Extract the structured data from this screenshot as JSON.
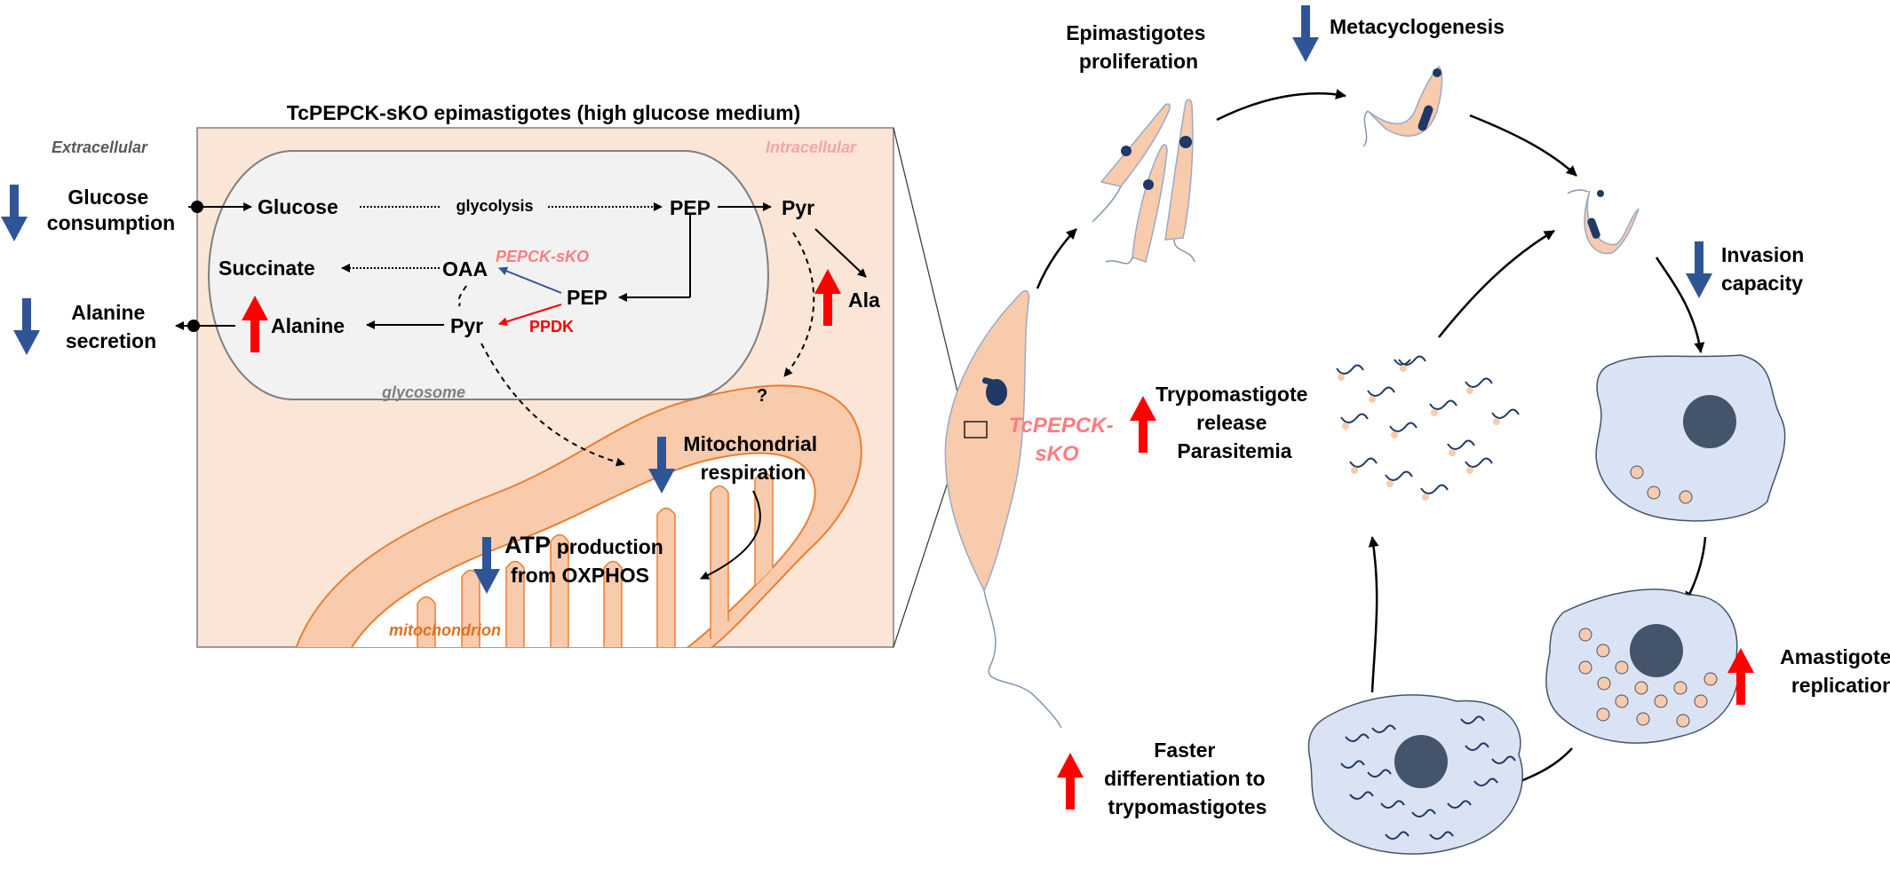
{
  "metabolism": {
    "title": "TcPEPCK-sKO epimastigotes (high glucose medium)",
    "extracellular": "Extracellular",
    "intracellular": "Intracellular",
    "glucose_consumption": [
      "Glucose",
      "consumption"
    ],
    "alanine_secretion": [
      "Alanine",
      "secretion"
    ],
    "glucose": "Glucose",
    "glycolysis": "glycolysis",
    "pep": "PEP",
    "pyr": "Pyr",
    "ala": "Ala",
    "succinate": "Succinate",
    "oaa": "OAA",
    "pepck_sko": "PEPCK-sKO",
    "pep_inner": "PEP",
    "ppdk": "PPDK",
    "alanine": "Alanine",
    "pyr_inner": "Pyr",
    "glycosome": "glycosome",
    "question": "?",
    "mito_resp": [
      "Mitochondrial",
      "respiration"
    ],
    "atp": "ATP",
    "atp_rest": [
      "production",
      "from OXPHOS"
    ],
    "mitochondrion": "mitochondrion"
  },
  "cycle": {
    "epi_prolif": [
      "Epimastigotes",
      "proliferation"
    ],
    "metacyclo": "Metacyclogenesis",
    "invasion": [
      "Invasion",
      "capacity"
    ],
    "amastigote": [
      "Amastigote",
      "replication"
    ],
    "faster": [
      "Faster",
      "differentiation to",
      "trypomastigotes"
    ],
    "trypo": [
      "Trypomastigote",
      "release",
      "Parasitemia"
    ],
    "center": [
      "TcPEPCK-",
      "sKO"
    ]
  },
  "colors": {
    "up": "#ff0000",
    "down": "#2f5597",
    "panel_bg": "#fbe5d6",
    "glycosome_bg": "#f2f2f2",
    "mito_fill": "#f8cbad",
    "mito_stroke": "#ed7d31",
    "mito_label": "#e07020",
    "pepck_label": "#ff7c80",
    "intracellular_label": "#f4a6a6",
    "parasite_fill": "#f8cbad",
    "cell_fill": "#dae3f3",
    "nucleus": "#44546a"
  }
}
